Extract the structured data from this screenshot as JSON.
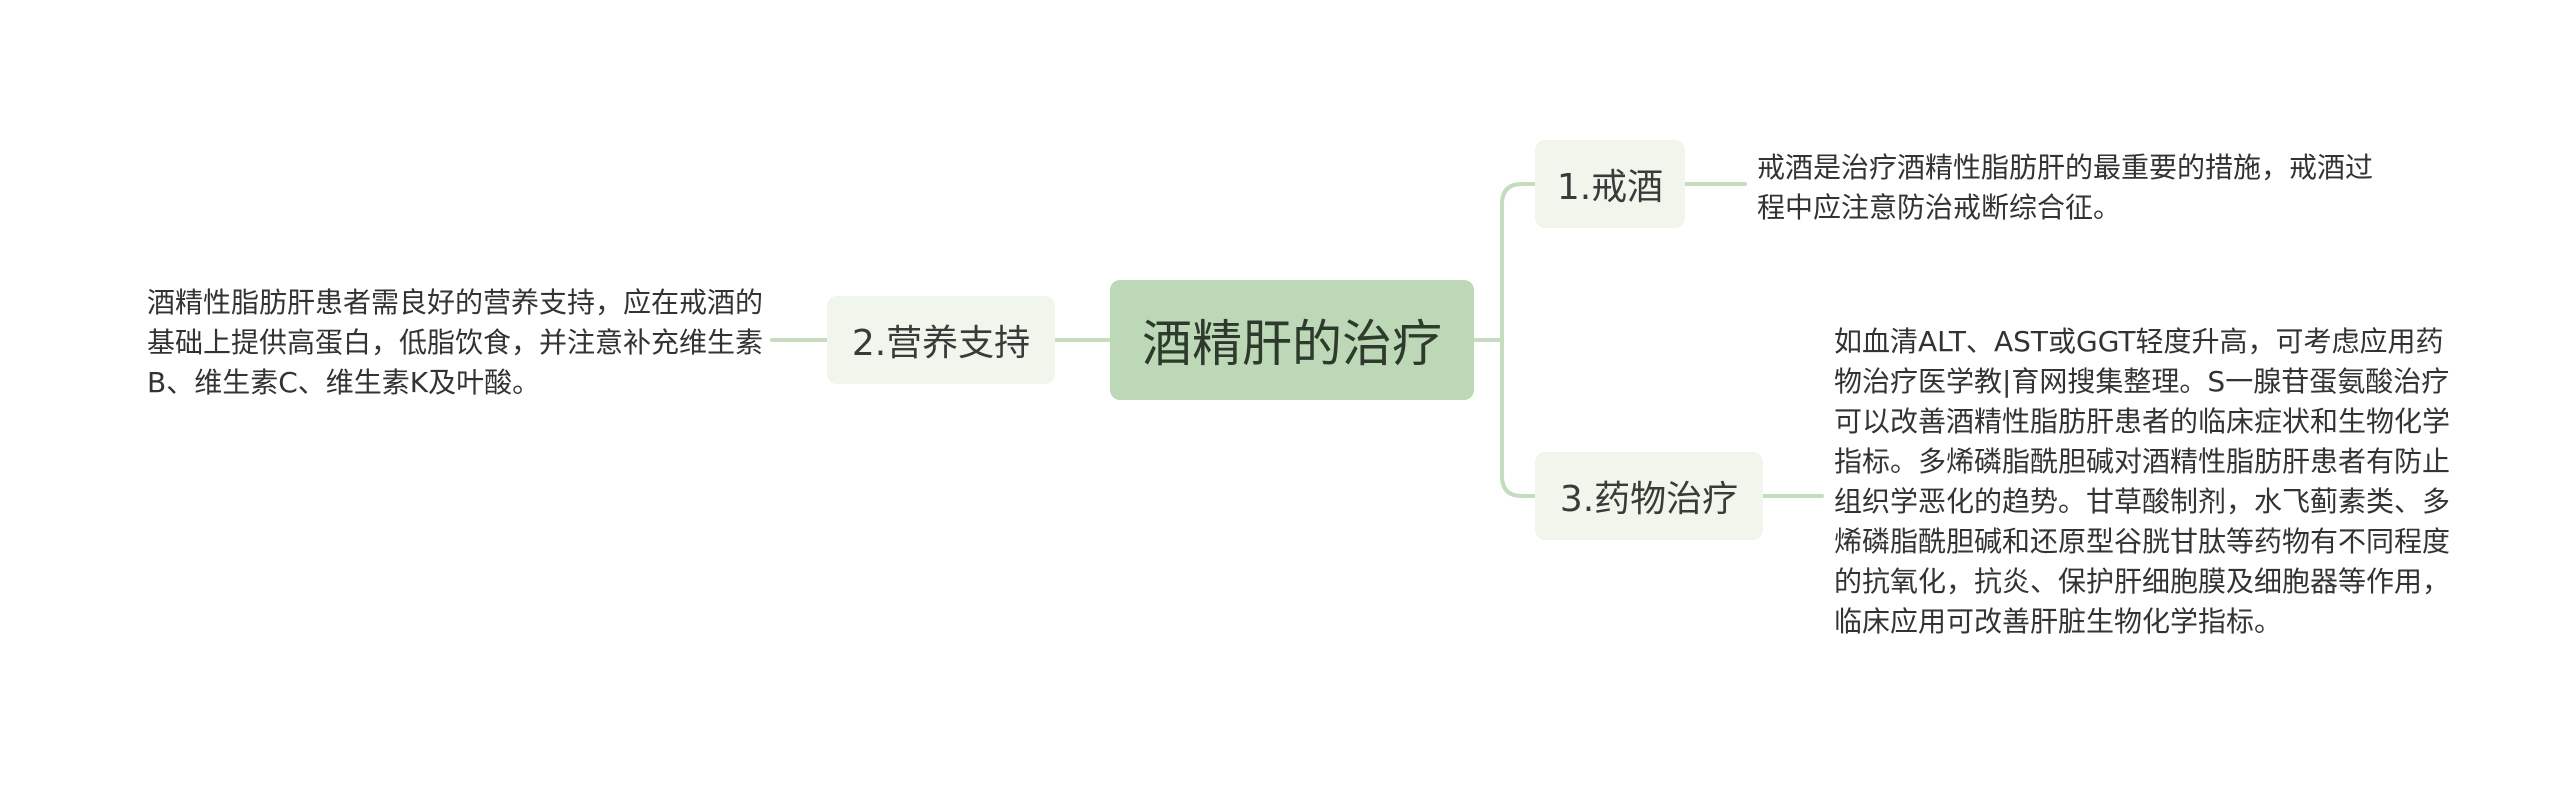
{
  "mindmap": {
    "root": {
      "label": "酒精肝的治疗"
    },
    "branches": [
      {
        "label": "2.营养支持",
        "note": "酒精性脂肪肝患者需良好的营养支持，应在戒酒的基础上提供高蛋白，低脂饮食，并注意补充维生素B、维生素C、维生素K及叶酸。"
      },
      {
        "label": "1.戒酒",
        "note": "戒酒是治疗酒精性脂肪肝的最重要的措施，戒酒过程中应注意防治戒断综合征。"
      },
      {
        "label": "3.药物治疗",
        "note": "如血清ALT、AST或GGT轻度升高，可考虑应用药物治疗医学教|育网搜集整理。S一腺苷蛋氨酸治疗可以改善酒精性脂肪肝患者的临床症状和生物化学指标。多烯磷脂酰胆碱对酒精性脂肪肝患者有防止组织学恶化的趋势。甘草酸制剂，水飞蓟素类、多烯磷脂酰胆碱和还原型谷胱甘肽等药物有不同程度的抗氧化，抗炎、保护肝细胞膜及细胞器等作用，临床应用可改善肝脏生物化学指标。"
      }
    ]
  },
  "colors": {
    "root_fill": "#bdd8b7",
    "branch_fill": "#f0f6ec",
    "connector": "#c5dcbe",
    "text": "#333333"
  }
}
